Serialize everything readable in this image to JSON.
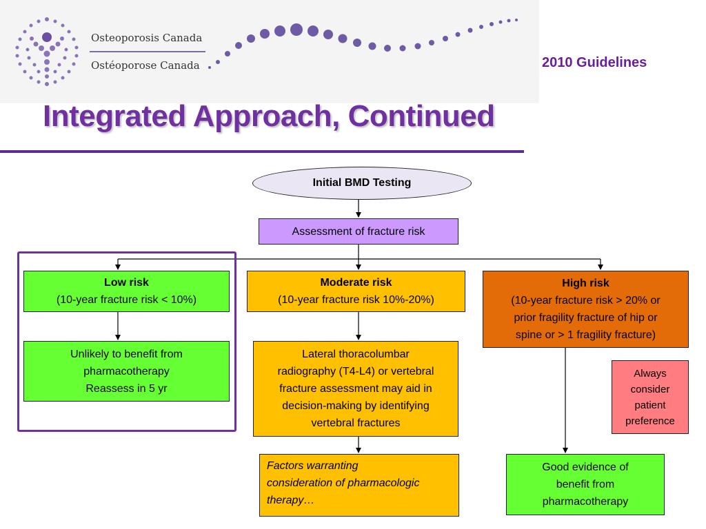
{
  "header": {
    "org_name_en": "Osteoporosis Canada",
    "org_name_fr": "Ostéoporose Canada",
    "guidelines_label": "2010 Guidelines"
  },
  "slide": {
    "title": "Integrated Approach, Continued"
  },
  "flowchart": {
    "start": "Initial BMD Testing",
    "assessment": "Assessment of fracture risk",
    "low_risk": {
      "heading": "Low risk",
      "detail": "(10-year fracture risk < 10%)",
      "outcome": [
        "Unlikely to benefit from",
        "pharmacotherapy",
        "Reassess in 5 yr"
      ]
    },
    "moderate_risk": {
      "heading": "Moderate risk",
      "detail": "(10-year fracture risk 10%-20%)",
      "outcome": [
        "Lateral thoracolumbar",
        "radiography (T4-L4) or vertebral",
        "fracture assessment may aid in",
        "decision-making by identifying",
        "vertebral fractures"
      ],
      "factors": [
        "Factors warranting",
        "consideration of pharmacologic",
        "therapy…"
      ]
    },
    "high_risk": {
      "heading": "High risk",
      "detail": [
        "(10-year fracture risk > 20% or",
        "prior fragility fracture of hip or",
        "spine or > 1 fragility fracture)"
      ],
      "outcome": [
        "Good evidence of",
        "benefit from",
        "pharmacotherapy"
      ]
    },
    "preference_note": [
      "Always",
      "consider",
      "patient",
      "preference"
    ]
  },
  "colors": {
    "purple_title": "#7030a0",
    "ellipse_fill": "#ebe6f3",
    "assessment_fill": "#cc99ff",
    "low_green": "#66ff33",
    "moderate_orange": "#ffc000",
    "high_orange": "#e36c09",
    "note_pink": "#ff7c80"
  }
}
